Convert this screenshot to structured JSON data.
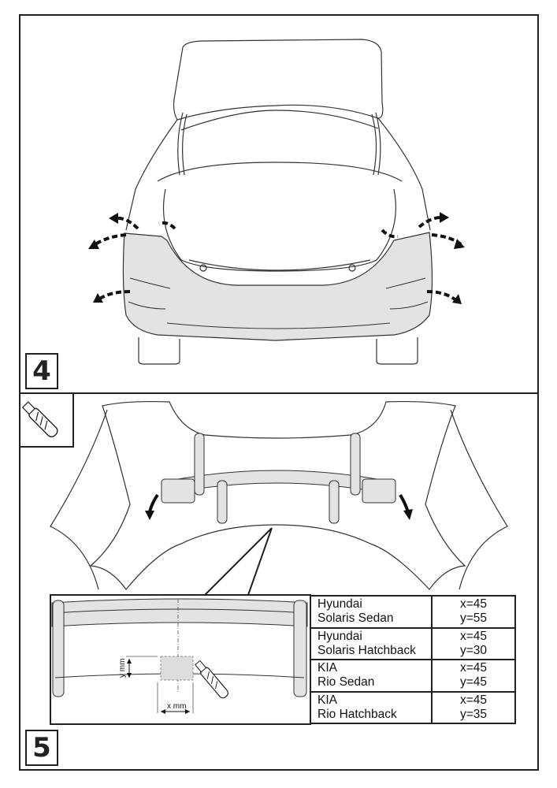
{
  "steps": {
    "step4": {
      "number": "4"
    },
    "step5": {
      "number": "5"
    }
  },
  "detail": {
    "x_label": "x mm",
    "y_label": "y mm"
  },
  "tool_icon": "utility-knife-icon",
  "table": {
    "rows": [
      {
        "make": "Hyundai",
        "model": "Solaris Sedan",
        "x": "x=45",
        "y": "y=55"
      },
      {
        "make": "Hyundai",
        "model": "Solaris Hatchback",
        "x": "x=45",
        "y": "y=30"
      },
      {
        "make": "KIA",
        "model": "Rio Sedan",
        "x": "x=45",
        "y": "y=45"
      },
      {
        "make": "KIA",
        "model": "Rio Hatchback",
        "x": "x=45",
        "y": "y=35"
      }
    ]
  },
  "colors": {
    "line": "#222222",
    "bumper_fill": "#e3e3e3",
    "arrow": "#111111"
  }
}
